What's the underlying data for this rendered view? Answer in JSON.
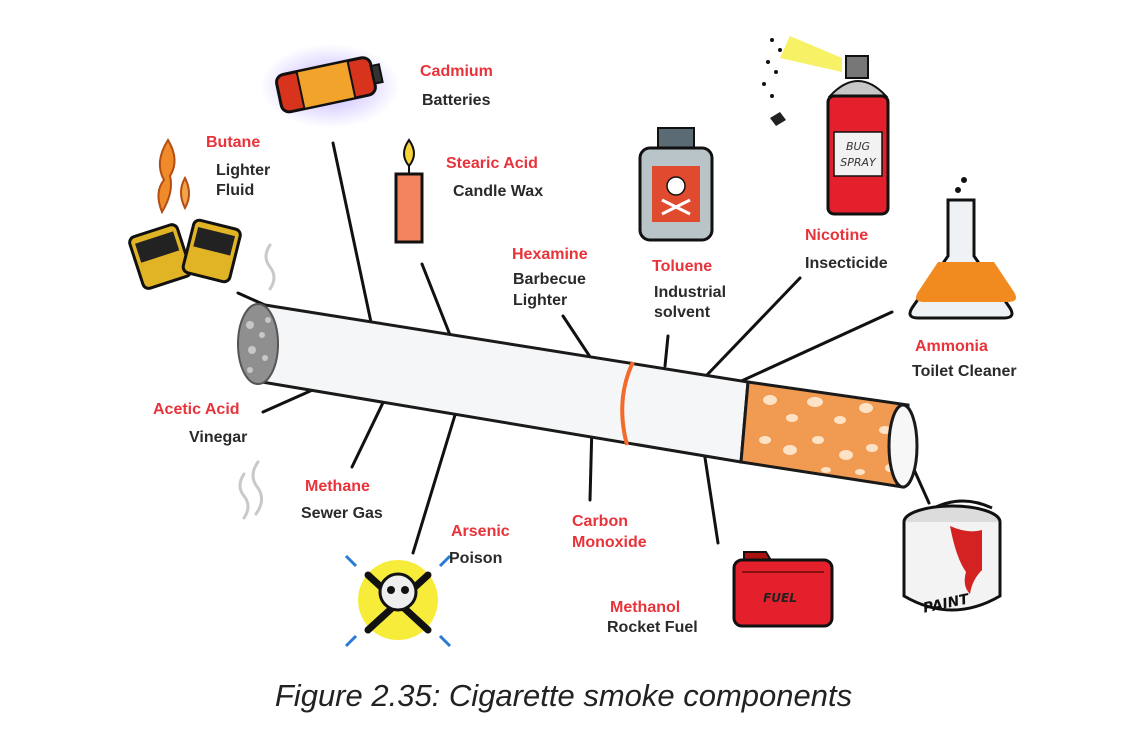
{
  "caption": "Figure 2.35: Cigarette smoke components",
  "labels": {
    "cadmium": {
      "chemical": "Cadmium",
      "use": "Batteries"
    },
    "butane": {
      "chemical": "Butane",
      "use_lines": [
        "Lighter",
        "Fluid"
      ]
    },
    "stearic": {
      "chemical": "Stearic Acid",
      "use": "Candle Wax"
    },
    "hexamine": {
      "chemical": "Hexamine",
      "use_lines": [
        "Barbecue",
        "Lighter"
      ]
    },
    "toluene": {
      "chemical": "Toluene",
      "use_lines": [
        "Industrial",
        "solvent"
      ]
    },
    "nicotine": {
      "chemical": "Nicotine",
      "use": "Insecticide"
    },
    "ammonia": {
      "chemical": "Ammonia",
      "use": "Toilet Cleaner"
    },
    "acetic": {
      "chemical": "Acetic Acid",
      "use": "Vinegar"
    },
    "methane": {
      "chemical": "Methane",
      "use": "Sewer Gas"
    },
    "arsenic": {
      "chemical": "Arsenic",
      "use": "Poison"
    },
    "carbon": {
      "chemical_lines": [
        "Carbon",
        "Monoxide"
      ]
    },
    "methanol": {
      "chemical": "Methanol",
      "use": "Rocket Fuel"
    }
  },
  "icon_text": {
    "bug_spray": [
      "BUG",
      "SPRAY"
    ],
    "fuel": "FUEL",
    "paint": "PAINT"
  },
  "colors": {
    "chemical_label": "#e8333a",
    "use_label": "#2a2a2a",
    "filter": "#f19a52",
    "ring": "#f26b2a",
    "paper": "#f4f6f8"
  }
}
